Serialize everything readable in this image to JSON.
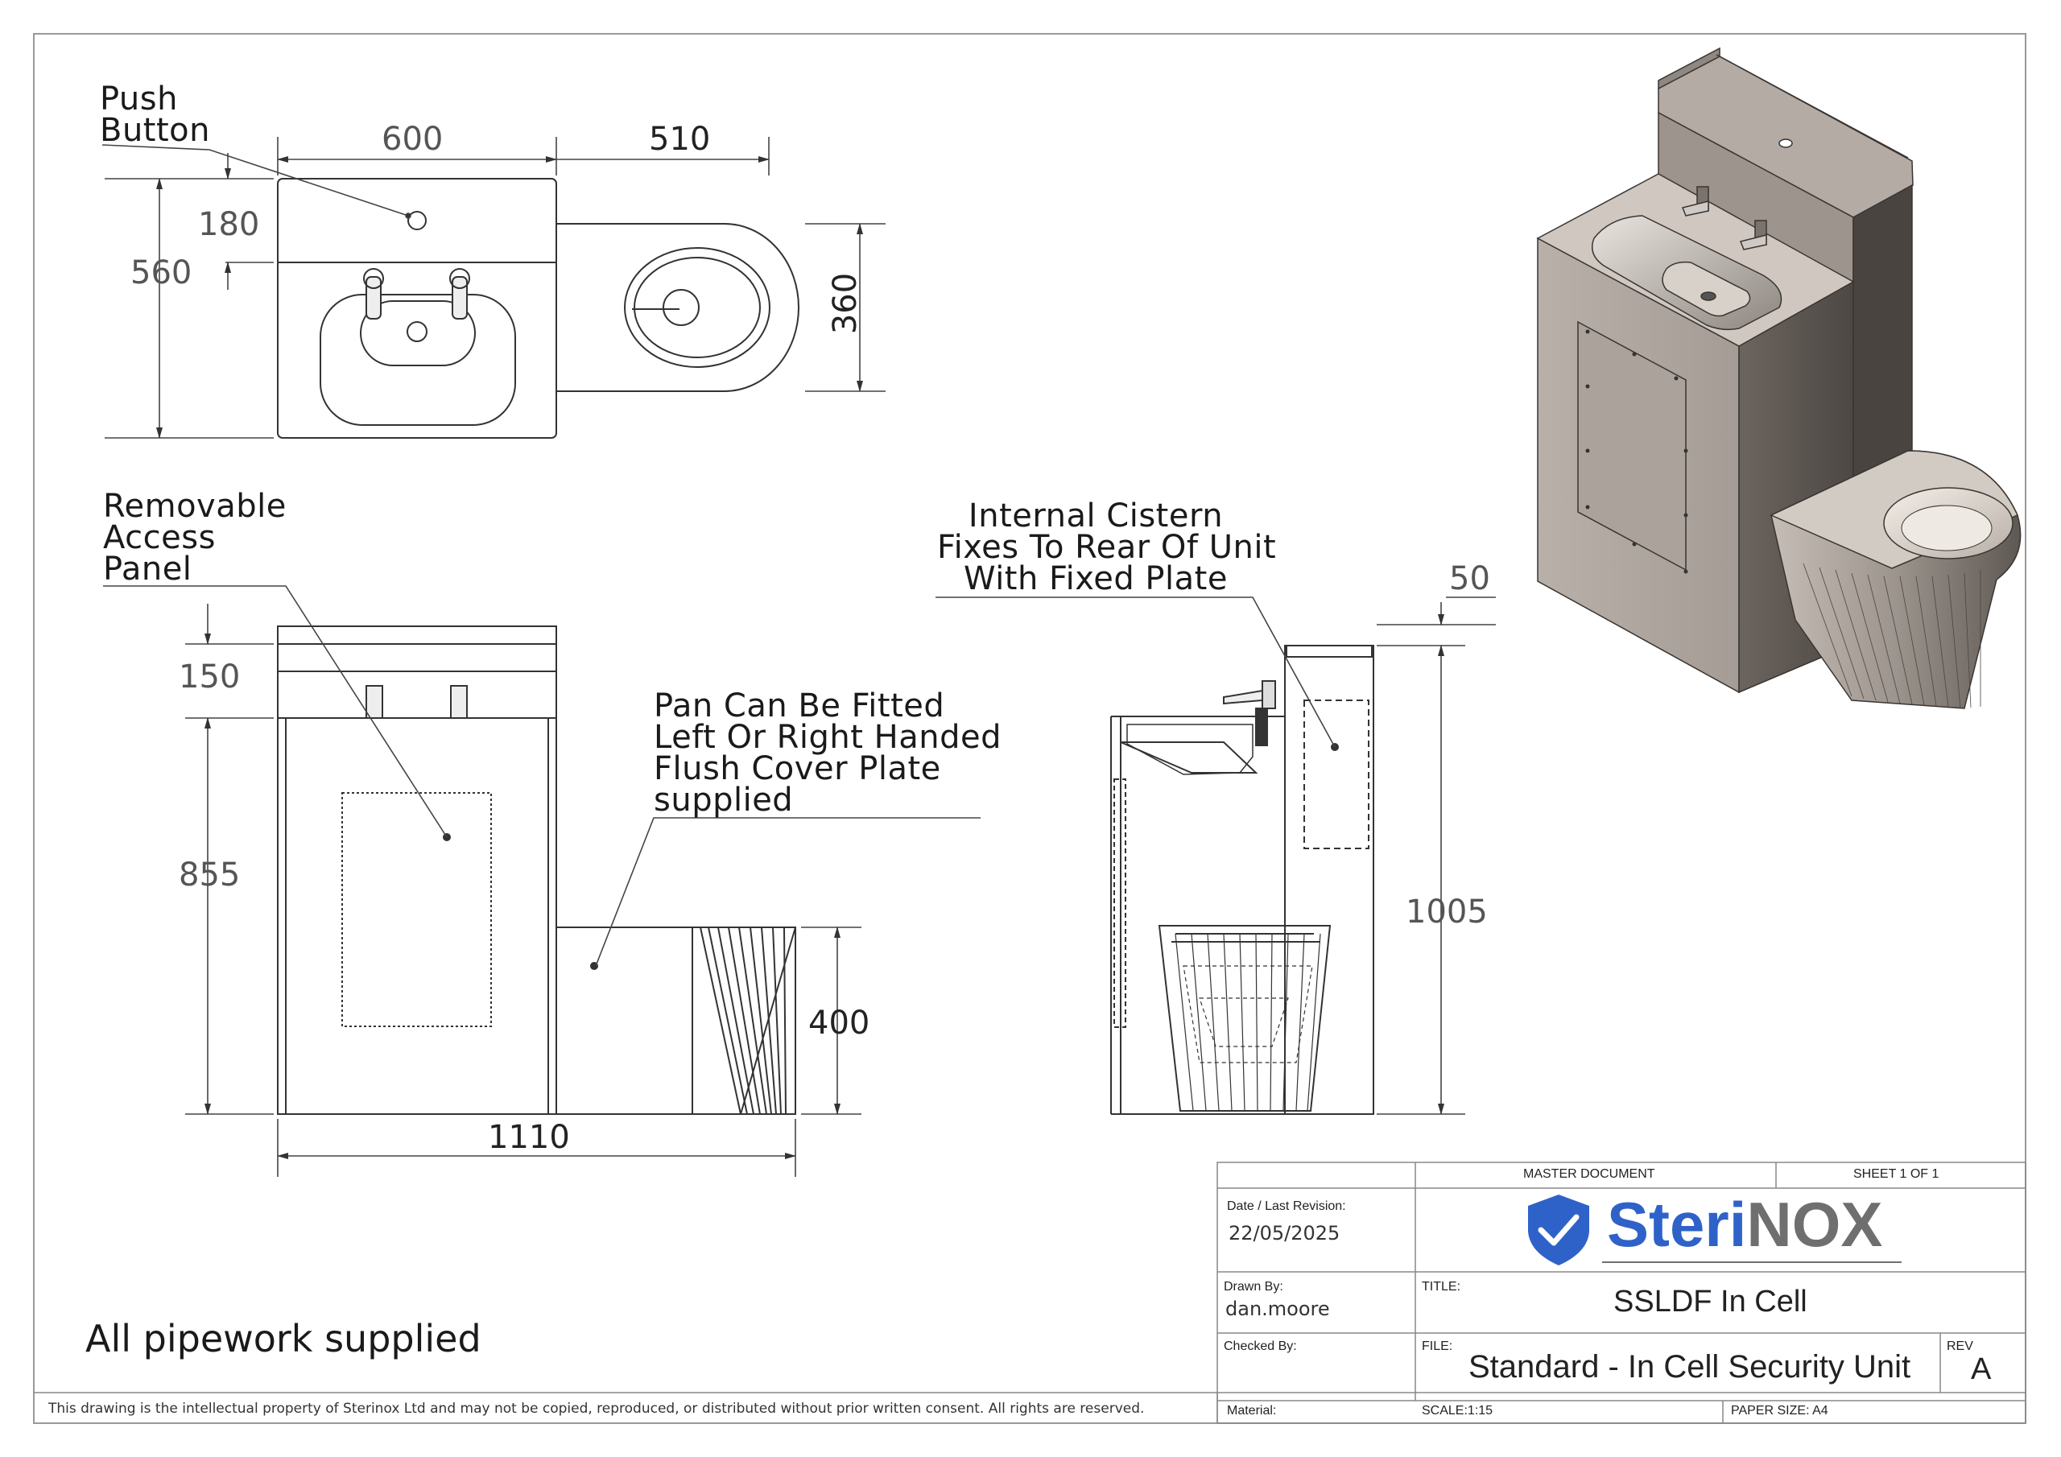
{
  "annotations": {
    "push_button": [
      "Push",
      "Button"
    ],
    "removable_panel": [
      "Removable",
      "Access",
      "Panel"
    ],
    "internal_cistern": [
      "Internal Cistern",
      "Fixes To Rear Of Unit",
      "With Fixed Plate"
    ],
    "pan_fitting": [
      "Pan Can Be Fitted",
      "Left Or Right Handed",
      "Flush Cover Plate",
      "supplied"
    ],
    "pipework": "All pipework supplied"
  },
  "dimensions": {
    "top_width": "600",
    "pan_width": "510",
    "top_depth": "560",
    "button_offset": "180",
    "pan_depth": "360",
    "front_upstand": "150",
    "front_body": "855",
    "pan_height": "400",
    "overall_width": "1110",
    "side_upstand": "50",
    "side_height": "1005"
  },
  "copyright": "This drawing is the intellectual property of Sterinox Ltd and may not be copied, reproduced, or distributed without prior written consent. All rights are reserved.",
  "title_block": {
    "master_document": "MASTER DOCUMENT",
    "sheet": "SHEET 1 OF 1",
    "date_label": "Date / Last Revision:",
    "date_value": "22/05/2025",
    "logo_text_a": "Steri",
    "logo_text_b": "NOX",
    "drawn_by_label": "Drawn By:",
    "drawn_by_value": "dan.moore",
    "title_label": "TITLE:",
    "title_value": "SSLDF In Cell",
    "checked_by_label": "Checked By:",
    "file_label": "FILE:",
    "file_value": "Standard - In Cell Security Unit",
    "rev_label": "REV",
    "rev_value": "A",
    "material_label": "Material:",
    "scale": "SCALE:1:15",
    "paper_size": "PAPER SIZE: A4"
  },
  "colors": {
    "line": "#333333",
    "dim_text": "#555555",
    "logo_blue": "#2f62c9",
    "logo_grey": "#6f6f6f",
    "steel_light": "#cfc7c0",
    "steel_mid": "#a9a19a",
    "steel_dark": "#5c5652"
  }
}
